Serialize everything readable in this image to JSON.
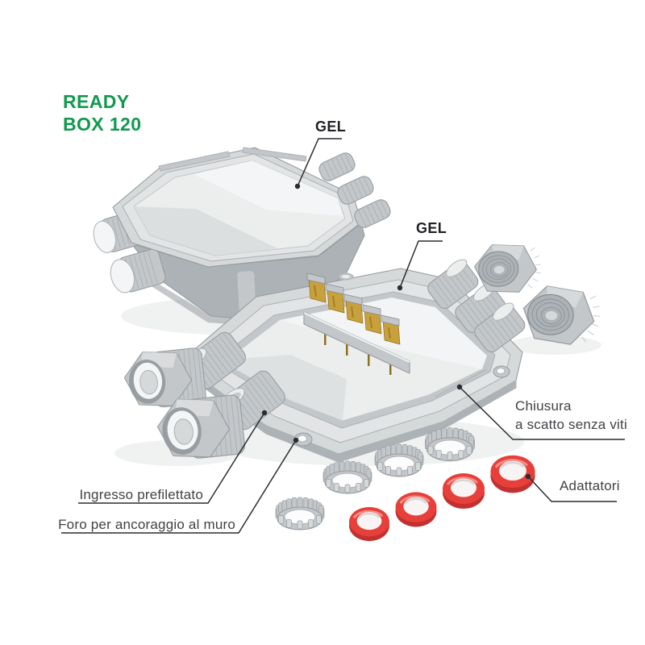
{
  "colors": {
    "bg": "#ffffff",
    "green": "#12994f",
    "ink": "#2b2c30",
    "ink-strong": "#212226",
    "ink-label": "#414246",
    "gray-050": "#f4f5f6",
    "gray-100": "#eceeee",
    "gray-150": "#e2e4e5",
    "gray-200": "#d6d9da",
    "gray-300": "#c3c7ca",
    "gray-400": "#adb2b6",
    "gray-500": "#979da1",
    "gray-600": "#82888c",
    "brass": "#c8a13d",
    "brass-dark": "#8e701f",
    "red": "#e7403b",
    "red-dark": "#c23130",
    "red-light": "#f59d97"
  },
  "title": {
    "line1": "READY",
    "line2": "BOX 120"
  },
  "callouts": {
    "gel_top": {
      "label": "GEL"
    },
    "gel_bottom": {
      "label": "GEL"
    },
    "chiusura": {
      "line1": "Chiusura",
      "line2": "a scatto senza viti"
    },
    "ingresso": {
      "label": "Ingresso prefilettato"
    },
    "foro": {
      "label": "Foro per ancoraggio al muro"
    },
    "adattatori": {
      "label": "Adattatori"
    }
  },
  "illustration": {
    "parts": {
      "closed_box": "closed-gel-junction-box-icon",
      "open_box": "open-gel-junction-box-icon",
      "terminal_block": "terminal-block-icon",
      "gland_caps": "cable-gland-cap-icon",
      "cable_glands": "cable-gland-icon",
      "crown_adapters": "crown-adapter-icon",
      "red_rings": "red-adapter-ring-icon"
    }
  }
}
